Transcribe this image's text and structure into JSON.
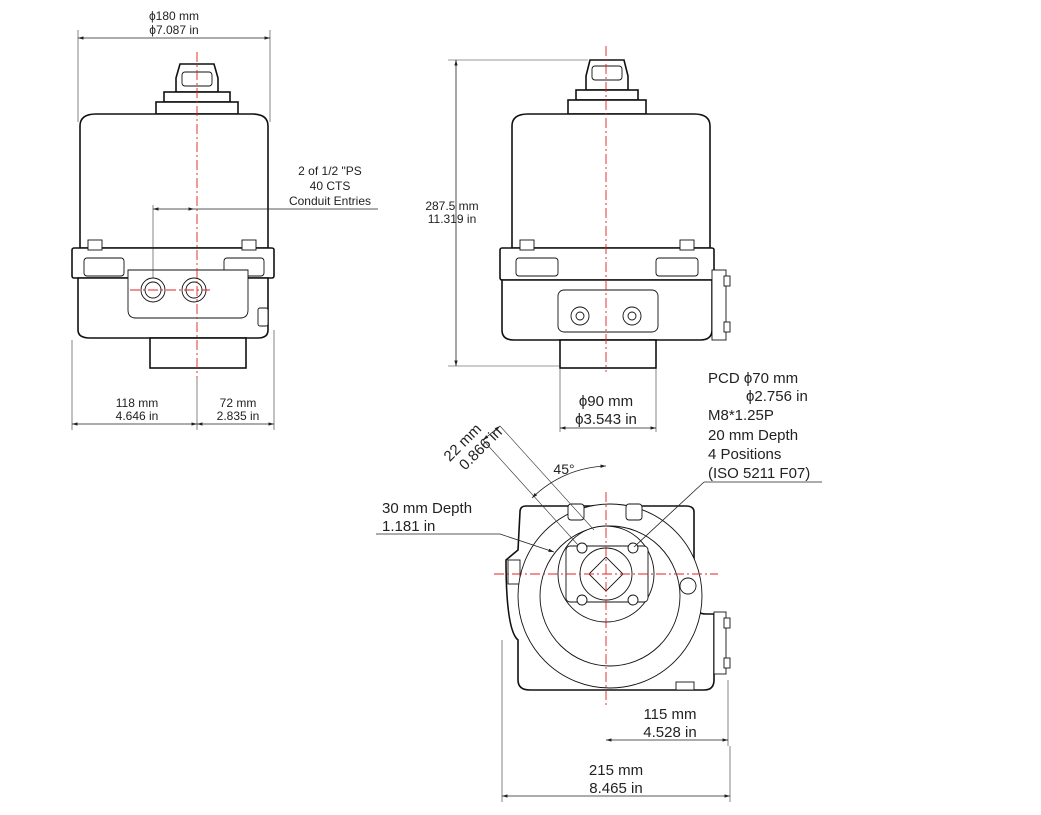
{
  "front_view": {
    "top_width": {
      "mm": "ϕ180 mm",
      "in": "ϕ7.087 in"
    },
    "conduit_note": {
      "line1": "2 of 1/2 \"PS",
      "line2": "40 CTS",
      "line3": "Conduit Entries"
    },
    "left_offset": {
      "mm": "118 mm",
      "in": "4.646 in"
    },
    "right_offset": {
      "mm": "72 mm",
      "in": "2.835 in"
    }
  },
  "side_view": {
    "height": {
      "mm": "287.5 mm",
      "in": "11.319 in"
    },
    "base_dia": {
      "mm": "ϕ90 mm",
      "in": "ϕ3.543 in"
    }
  },
  "bottom_view": {
    "pcd_note": {
      "line1": "PCD ϕ70 mm",
      "line2": "ϕ2.756 in",
      "line3": "M8*1.25P",
      "line4": "20 mm Depth",
      "line5": "4 Positions",
      "line6": "(ISO 5211 F07)"
    },
    "square_drive": {
      "mm": "22 mm",
      "in": "0.866 in"
    },
    "angle": "45°",
    "bore_depth": {
      "mm": "30 mm Depth",
      "in": "1.181 in"
    },
    "center_offset": {
      "mm": "115 mm",
      "in": "4.528 in"
    },
    "total_width": {
      "mm": "215 mm",
      "in": "8.465 in"
    }
  }
}
